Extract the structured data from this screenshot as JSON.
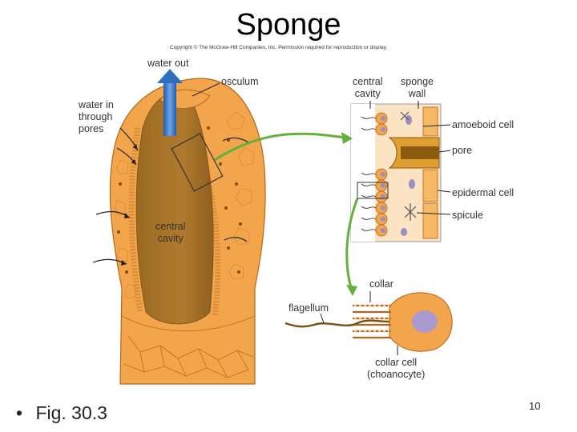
{
  "slide": {
    "title": "Sponge",
    "copyright": "Copyright © The McGraw-Hill Companies, Inc. Permission required for reproduction or display.",
    "bullet_marker": "•",
    "bullet_text": "Fig. 30.3",
    "page_number": "10"
  },
  "labels": {
    "water_out": "water out",
    "osculum": "osculum",
    "water_in_line1": "water in",
    "water_in_line2": "through",
    "water_in_line3": "pores",
    "central_cavity_line1": "central",
    "central_cavity_line2": "cavity",
    "inset_central_line1": "central",
    "inset_central_line2": "cavity",
    "inset_wall_line1": "sponge",
    "inset_wall_line2": "wall",
    "amoeboid_cell": "amoeboid cell",
    "pore": "pore",
    "epidermal_cell": "epidermal cell",
    "spicule": "spicule",
    "collar": "collar",
    "flagellum": "flagellum",
    "collar_cell_line1": "collar cell",
    "collar_cell_line2": "(choanocyte)"
  },
  "colors": {
    "body_orange": "#F2A54A",
    "cavity_brown": "#A8752B",
    "cell_line": "#B5651D",
    "arrow_blue": "#2E6FC0",
    "arrow_green": "#63B03C",
    "nucleus_purple": "#9B8EC2"
  }
}
